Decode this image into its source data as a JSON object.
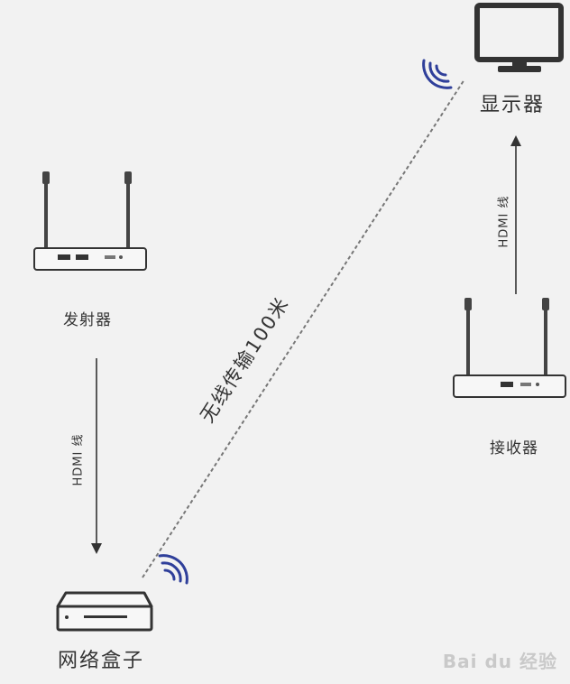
{
  "labels": {
    "display": "显示器",
    "transmitter": "发射器",
    "receiver": "接收器",
    "network_box": "网络盒子",
    "wireless": "无线传输100米",
    "hdmi_left": "HDMI 线",
    "hdmi_right": "HDMI 线"
  },
  "watermark": "Bai du 经验",
  "colors": {
    "background": "#f2f2f2",
    "device_stroke": "#333333",
    "wifi": "#2f3f9a",
    "dashed_line": "#777777",
    "text": "#333333"
  },
  "icons": [
    "monitor-icon",
    "router-icon",
    "set-top-box-icon",
    "wifi-signal-icon",
    "arrow-icon"
  ]
}
